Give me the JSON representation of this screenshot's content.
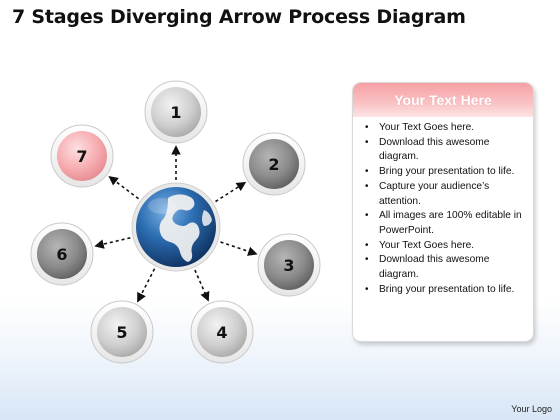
{
  "title": "7 Stages Diverging Arrow Process Diagram",
  "diagram": {
    "nodes": [
      {
        "label": "1",
        "tone": "light"
      },
      {
        "label": "2",
        "tone": "dark"
      },
      {
        "label": "3",
        "tone": "dark"
      },
      {
        "label": "4",
        "tone": "light"
      },
      {
        "label": "5",
        "tone": "light"
      },
      {
        "label": "6",
        "tone": "dark"
      },
      {
        "label": "7",
        "tone": "pink"
      }
    ],
    "center_icon": "globe-icon"
  },
  "card": {
    "header": "Your Text Here",
    "items": [
      "Your Text Goes here.",
      "Download this awesome diagram.",
      "Bring your presentation to life.",
      "Capture your audience’s attention.",
      "All images are 100% editable in PowerPoint.",
      "Your Text Goes here.",
      "Download this awesome diagram.",
      "Bring your presentation to life."
    ]
  },
  "footer": {
    "logo": "Your Logo"
  },
  "colors": {
    "header_pink": "#f7a8ab",
    "node_pink": "#f5a7ab",
    "globe_blue": "#1f5c9e"
  }
}
